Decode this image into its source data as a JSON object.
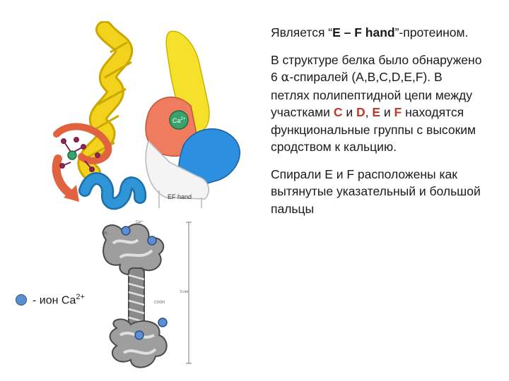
{
  "text": {
    "p1_prefix": "Является “",
    "p1_bold": "E – F hand",
    "p1_suffix": "”-протеином.",
    "p2_a": "В структуре белка было обнаружено 6 ",
    "p2_alpha": "α",
    "p2_b": "-спиралей (A,B,C,D,E,F). В петлях полипептидной цепи между участками ",
    "p2_C": "C",
    "p2_and1": " и ",
    "p2_D": "D",
    "p2_comma": ", ",
    "p2_E": "E",
    "p2_and2": " и ",
    "p2_F": "F",
    "p2_c": " находятся функциональные группы с высоким сродством к кальцию.",
    "p3": "Спирали E и F расположены как вытянутые указательный и большой пальцы"
  },
  "figure_labels": {
    "ca_label": "Ca",
    "ca_sup": "2+",
    "ef_hand": "EF hand",
    "struct_nh2": "NH₂",
    "struct_ca": "Ca²⁺",
    "struct_cooh": "COOH",
    "struct_length": "5 nm"
  },
  "legend": {
    "text": "- ион Ca",
    "sup": "2+"
  },
  "colors": {
    "helix_yellow": "#f2d21c",
    "helix_blue": "#2f95d6",
    "ribbon_orange": "#e0623f",
    "hand_yellow": "#f5e12a",
    "hand_blue": "#2c8fe0",
    "hand_orange": "#ef7c5e",
    "calcium_green": "#3aa36b",
    "calcium_blue": "#5b8fd4",
    "accent_red": "#c0392b",
    "protein_gray": "#9e9e9e"
  }
}
